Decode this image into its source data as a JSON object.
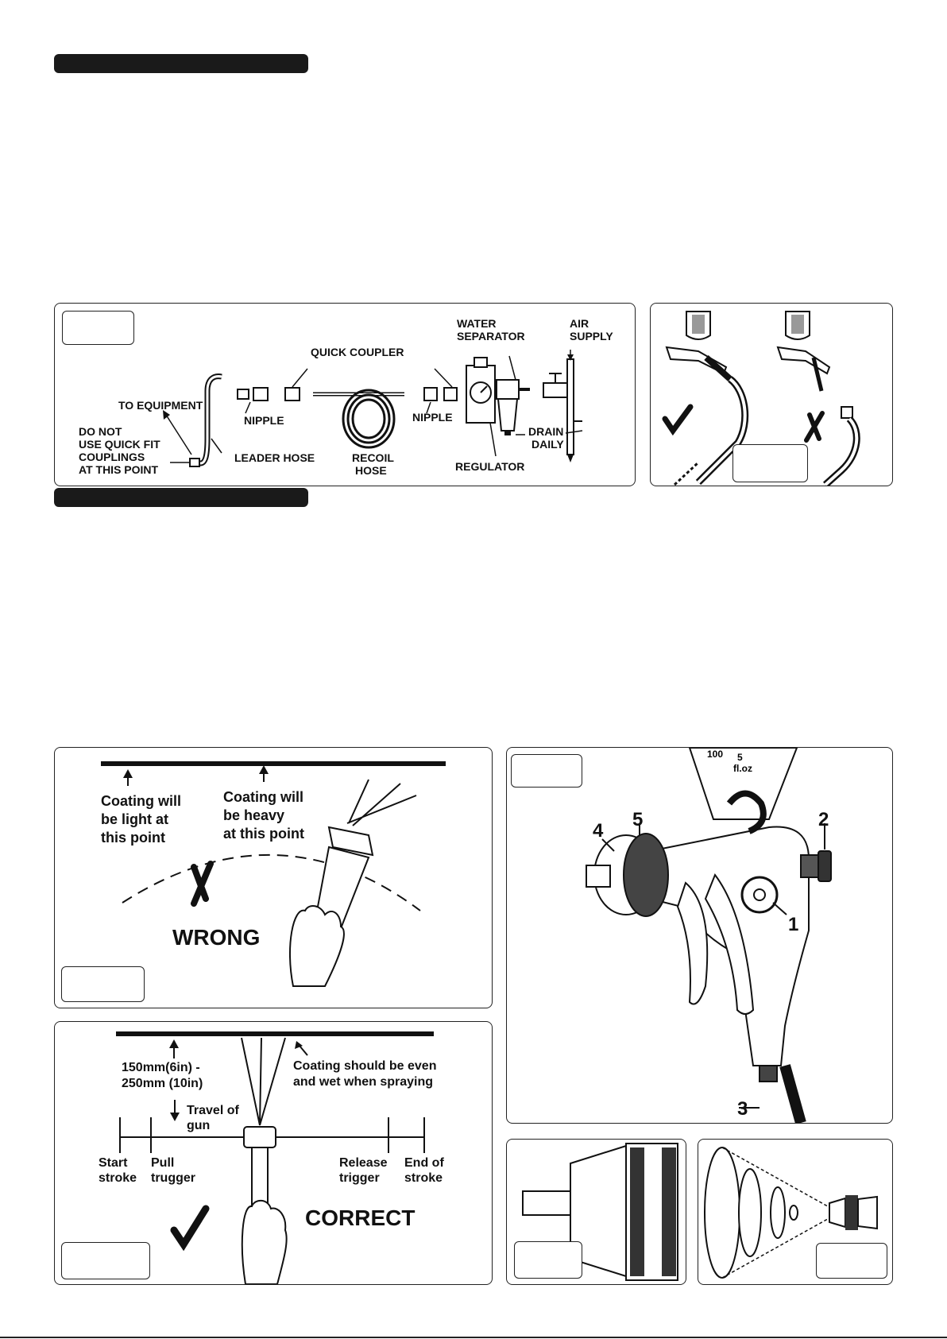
{
  "fig_air_supply": {
    "labels": {
      "water_separator": [
        "WATER",
        "SEPARATOR"
      ],
      "air_supply": [
        "AIR",
        "SUPPLY"
      ],
      "quick_coupler": "QUICK COUPLER",
      "to_equipment": "TO EQUIPMENT",
      "nipple_left": "NIPPLE",
      "nipple_right": "NIPPLE",
      "do_not": [
        "DO NOT",
        "USE QUICK FIT",
        "COUPLINGS",
        "AT THIS POINT"
      ],
      "leader_hose": "LEADER HOSE",
      "recoil_hose": [
        "RECOIL",
        "HOSE"
      ],
      "regulator": "REGULATOR",
      "drain_daily": [
        "DRAIN",
        "DAILY"
      ]
    }
  },
  "fig_wrong": {
    "light": [
      "Coating will",
      "be light at",
      "this point"
    ],
    "heavy": [
      "Coating will",
      "be heavy",
      "at this point"
    ],
    "wrong": "WRONG"
  },
  "fig_correct": {
    "distance": [
      "150mm(6in) -",
      "250mm (10in)"
    ],
    "even": [
      "Coating should be even",
      "and wet when spraying"
    ],
    "travel": [
      "Travel of",
      "gun"
    ],
    "start": [
      "Start",
      "stroke"
    ],
    "pull": [
      "Pull",
      "trugger"
    ],
    "release": [
      "Release",
      "trigger"
    ],
    "end": [
      "End of",
      "stroke"
    ],
    "correct": "CORRECT"
  },
  "fig_gun": {
    "callouts": [
      "1",
      "2",
      "3",
      "4",
      "5"
    ],
    "cup_marks": [
      "100",
      "5",
      "fl.oz"
    ]
  }
}
